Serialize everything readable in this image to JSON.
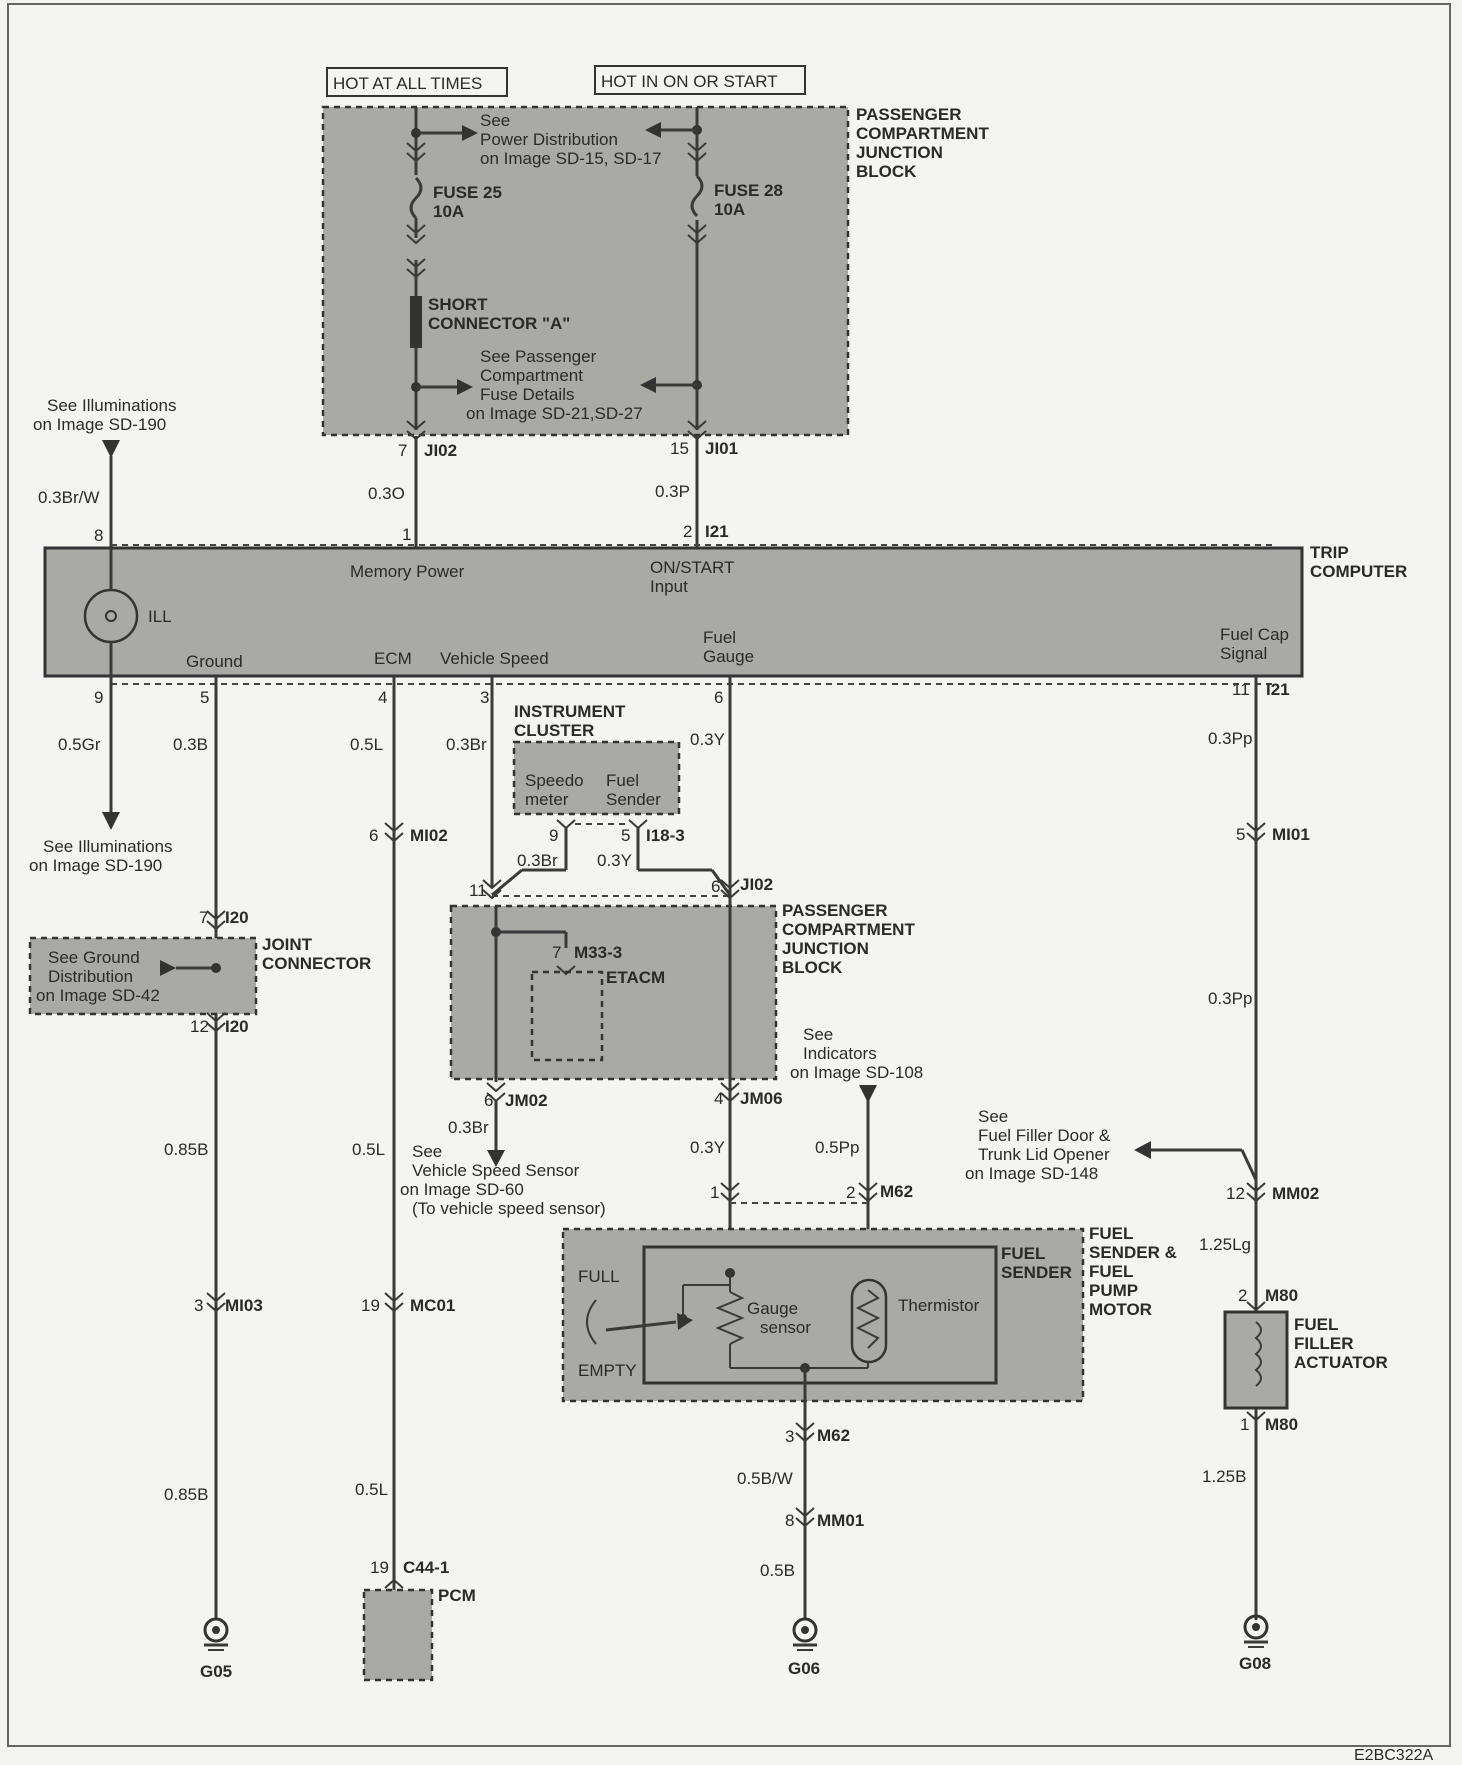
{
  "header_boxes": {
    "hot_at_all_times": "HOT AT ALL TIMES",
    "hot_in_on_or_start": "HOT IN ON OR START"
  },
  "pcjb_top": {
    "title": [
      "PASSENGER",
      "COMPARTMENT",
      "JUNCTION",
      "BLOCK"
    ],
    "see_power": [
      "See",
      "Power Distribution",
      "on Image SD-15, SD-17"
    ],
    "fuse25": [
      "FUSE 25",
      "10A"
    ],
    "fuse28": [
      "FUSE 28",
      "10A"
    ],
    "short_connector": [
      "SHORT",
      "CONNECTOR \"A\""
    ],
    "see_fuse_details": [
      "See Passenger",
      "Compartment",
      "Fuse Details",
      "on Image SD-21,SD-27"
    ]
  },
  "left_ref": {
    "see_illum_top": [
      "See Illuminations",
      "on Image SD-190"
    ],
    "see_illum_bottom": [
      "See Illuminations",
      "on Image SD-190"
    ],
    "wire_top": "0.3Br/W",
    "pin_top": "8",
    "pin_bottom": "9",
    "wire_bottom": "0.5Gr"
  },
  "top_wires": {
    "pin7": "7",
    "conn_ji02": "JI02",
    "wire_03o": "0.3O",
    "pin1": "1",
    "pin15": "15",
    "conn_ji01": "JI01",
    "wire_03p": "0.3P",
    "pin2": "2",
    "conn_i21_top": "I21"
  },
  "trip_computer": {
    "title": [
      "TRIP",
      "COMPUTER"
    ],
    "memory_power": "Memory Power",
    "on_start": [
      "ON/START",
      "Input"
    ],
    "ill": "ILL",
    "ground": "Ground",
    "ecm": "ECM",
    "vehicle_speed": "Vehicle Speed",
    "fuel_gauge": [
      "Fuel",
      "Gauge"
    ],
    "fuel_cap": [
      "Fuel Cap",
      "Signal"
    ]
  },
  "ground_branch": {
    "pin5": "5",
    "wire1": "0.3B",
    "pin7": "7",
    "conn_i20a": "I20",
    "joint_title": [
      "JOINT",
      "CONNECTOR"
    ],
    "see_ground": [
      "See Ground",
      "Distribution",
      "on Image SD-42"
    ],
    "pin12": "12",
    "conn_i20b": "I20",
    "wire2": "0.85B",
    "pin3": "3",
    "conn_mi03": "MI03",
    "wire3": "0.85B",
    "ground": "G05"
  },
  "ecm_branch": {
    "pin4": "4",
    "wire1": "0.5L",
    "pin6": "6",
    "conn_mi02": "MI02",
    "wire2": "0.5L",
    "pin19a": "19",
    "conn_mc01": "MC01",
    "wire3": "0.5L",
    "pin19b": "19",
    "conn_c44": "C44-1",
    "pcm": "PCM"
  },
  "speed_branch": {
    "pin3": "3",
    "wire1": "0.3Br",
    "cluster_title": [
      "INSTRUMENT",
      "CLUSTER"
    ],
    "speedo": [
      "Speedo",
      "meter"
    ],
    "fuel_sender": [
      "Fuel",
      "Sender"
    ],
    "pin9": "9",
    "pin5": "5",
    "conn_i18": "I18-3",
    "wire_br": "0.3Br",
    "wire_y": "0.3Y",
    "pin11": "11",
    "pin6_ji02": "6",
    "conn_ji02": "JI02",
    "pcjb_title": [
      "PASSENGER",
      "COMPARTMENT",
      "JUNCTION",
      "BLOCK"
    ],
    "pin7": "7",
    "conn_m33": "M33-3",
    "etacm": "ETACM",
    "pin6_jm02": "6",
    "conn_jm02": "JM02",
    "wire2": "0.3Br",
    "see_vss": [
      "See",
      "Vehicle Speed Sensor",
      "on Image SD-60",
      "(To vehicle speed sensor)"
    ]
  },
  "fuel_branch": {
    "pin6": "6",
    "wire1": "0.3Y",
    "pin4": "4",
    "conn_jm06": "JM06",
    "wire2": "0.3Y",
    "see_indicators": [
      "See",
      "Indicators",
      "on Image SD-108"
    ],
    "wire_pp": "0.5Pp",
    "pin1": "1",
    "pin2": "2",
    "conn_m62a": "M62",
    "sender_title": [
      "FUEL",
      "SENDER &",
      "FUEL",
      "PUMP",
      "MOTOR"
    ],
    "fuel_sender": [
      "FUEL",
      "SENDER"
    ],
    "full": "FULL",
    "empty": "EMPTY",
    "gauge_sensor": [
      "Gauge",
      "sensor"
    ],
    "thermistor": "Thermistor",
    "pin3": "3",
    "conn_m62b": "M62",
    "wire3": "0.5B/W",
    "pin8": "8",
    "conn_mm01": "MM01",
    "wire4": "0.5B",
    "ground": "G06"
  },
  "cap_branch": {
    "pin11": "11",
    "conn_i21": "I21",
    "wire1": "0.3Pp",
    "pin5": "5",
    "conn_mi01": "MI01",
    "wire2": "0.3Pp",
    "see_filler": [
      "See",
      "Fuel Filler Door &",
      "Trunk Lid Opener",
      "on Image SD-148"
    ],
    "pin12": "12",
    "conn_mm02": "MM02",
    "wire3": "1.25Lg",
    "pin2": "2",
    "conn_m80a": "M80",
    "actuator_title": [
      "FUEL",
      "FILLER",
      "ACTUATOR"
    ],
    "pin1": "1",
    "conn_m80b": "M80",
    "wire4": "1.25B",
    "ground": "G08"
  },
  "footer_code": "E2BC322A"
}
